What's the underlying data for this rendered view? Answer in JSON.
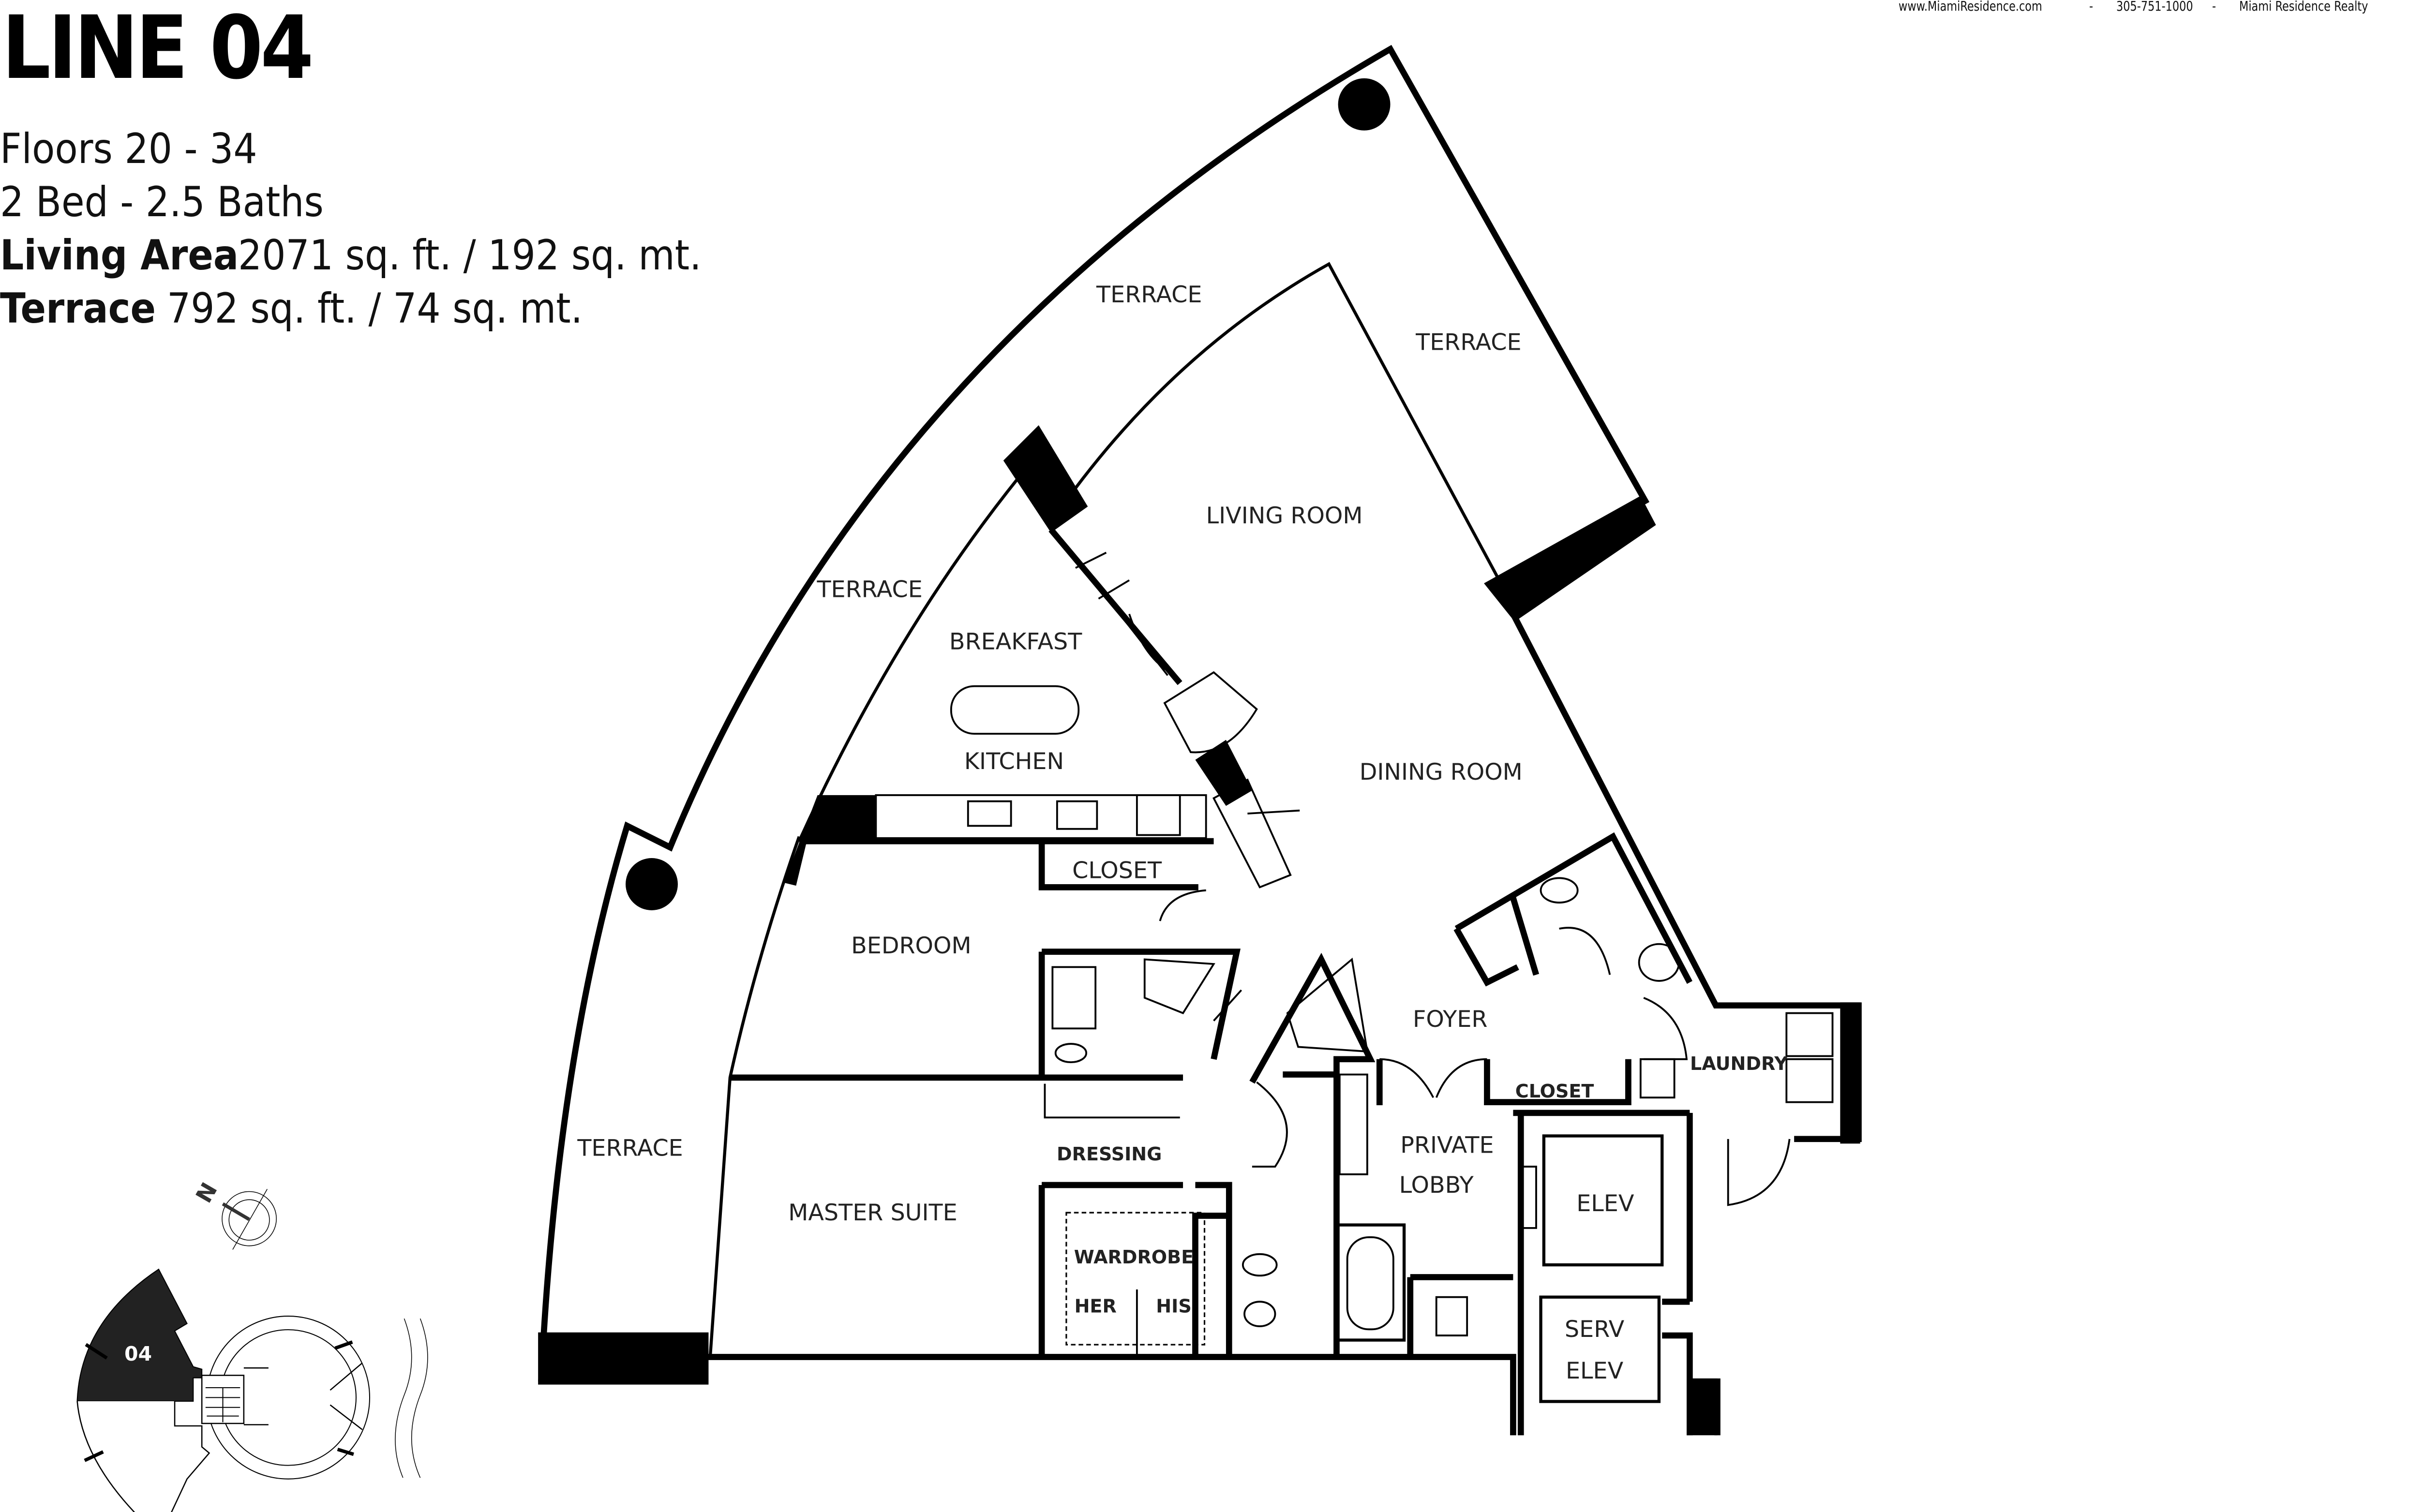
{
  "header": {
    "title": "LINE 04",
    "floors": "Floors 20 - 34",
    "beds_baths": "2 Bed - 2.5 Baths",
    "living_area_label": "Living Area",
    "living_area_value": "2071 sq. ft. / 192 sq. mt.",
    "terrace_label": "Terrace",
    "terrace_value": "792 sq. ft. / 74 sq. mt."
  },
  "contact": {
    "website": "www.MiamiResidence.com",
    "phone": "305-751-1000",
    "company": "Miami Residence   Realty"
  },
  "rooms": {
    "terrace_top": "TERRACE",
    "terrace_right": "TERRACE",
    "terrace_mid": "TERRACE",
    "terrace_left": "TERRACE",
    "living_room": "LIVING ROOM",
    "breakfast": "BREAKFAST",
    "kitchen": "KITCHEN",
    "dining_room": "DINING ROOM",
    "closet_bedroom": "CLOSET",
    "bedroom": "BEDROOM",
    "foyer": "FOYER",
    "laundry": "LAUNDRY",
    "closet_foyer": "CLOSET",
    "private_lobby_1": "PRIVATE",
    "private_lobby_2": "LOBBY",
    "dressing": "DRESSING",
    "elev": "ELEV",
    "master_suite": "MASTER SUITE",
    "wardrobe": "WARDROBE",
    "her": "HER",
    "his": "HIS",
    "serv_elev_1": "SERV",
    "serv_elev_2": "ELEV"
  },
  "keyplan": {
    "unit_label": "04",
    "north_label": "N"
  }
}
